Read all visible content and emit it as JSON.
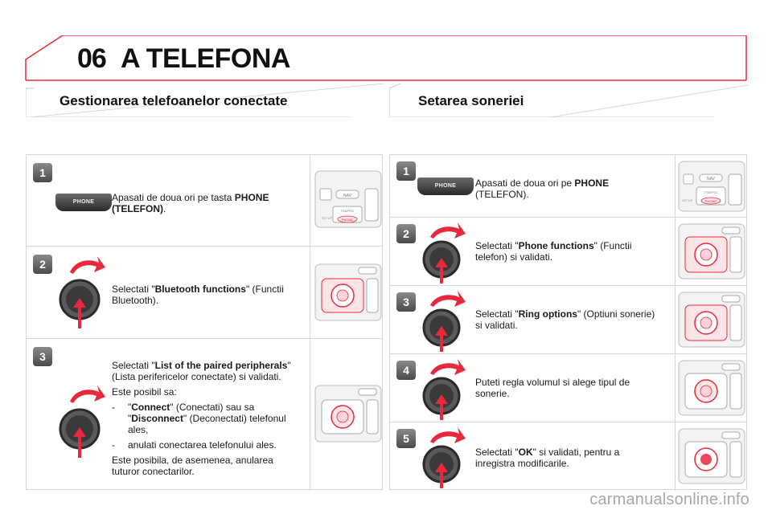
{
  "header": {
    "chapter": "06",
    "title": "A TELEFONA"
  },
  "left_section": {
    "title": "Gestionarea telefoanelor conectate",
    "steps": [
      {
        "num": "1",
        "pre": "Apasati de doua ori pe tasta ",
        "bold": "PHONE (TELEFON)",
        "post": ".",
        "button_label": "PHONE"
      },
      {
        "num": "2",
        "pre": "Selectati \"",
        "bold": "Bluetooth functions",
        "post": "\" (Functii Bluetooth)."
      },
      {
        "num": "3",
        "pre": "Selectati \"",
        "bold": "List of the paired peripherals",
        "post": "\" (Lista perifericelor conectate) si validati.",
        "note": "Este posibil sa:",
        "item1_pre": "\"",
        "item1_bold1": "Connect",
        "item1_mid": "\" (Conectati) sau sa \"",
        "item1_bold2": "Disconnect",
        "item1_post": "\" (Deconectati) telefonul ales,",
        "item2": "anulati conectarea telefonului ales.",
        "footer": "Este posibila, de asemenea, anularea tuturor conectarilor."
      }
    ]
  },
  "right_section": {
    "title": "Setarea soneriei",
    "steps": [
      {
        "num": "1",
        "pre": "Apasati de doua ori pe ",
        "bold": "PHONE",
        "post": " (TELEFON).",
        "button_label": "PHONE"
      },
      {
        "num": "2",
        "pre": "Selectati \"",
        "bold": "Phone functions",
        "post": "\" (Functii telefon) si validati."
      },
      {
        "num": "3",
        "pre": "Selectati \"",
        "bold": "Ring options",
        "post": "\" (Optiuni sonerie) si validati."
      },
      {
        "num": "4",
        "text": "Puteti regla volumul si alege tipul de sonerie."
      },
      {
        "num": "5",
        "pre": "Selectati \"",
        "bold": "OK",
        "post": "\" si validati, pentru a inregistra modificarile."
      }
    ]
  },
  "radio_labels": {
    "nav": "NAV",
    "traffic": "TRAFFIC",
    "phone": "PHONE",
    "setup": "SETUP"
  },
  "watermark": "carmanualsonline.info",
  "colors": {
    "accent": "#e8283c",
    "badge": "#5a5a5a",
    "border": "#d7d7d7"
  }
}
